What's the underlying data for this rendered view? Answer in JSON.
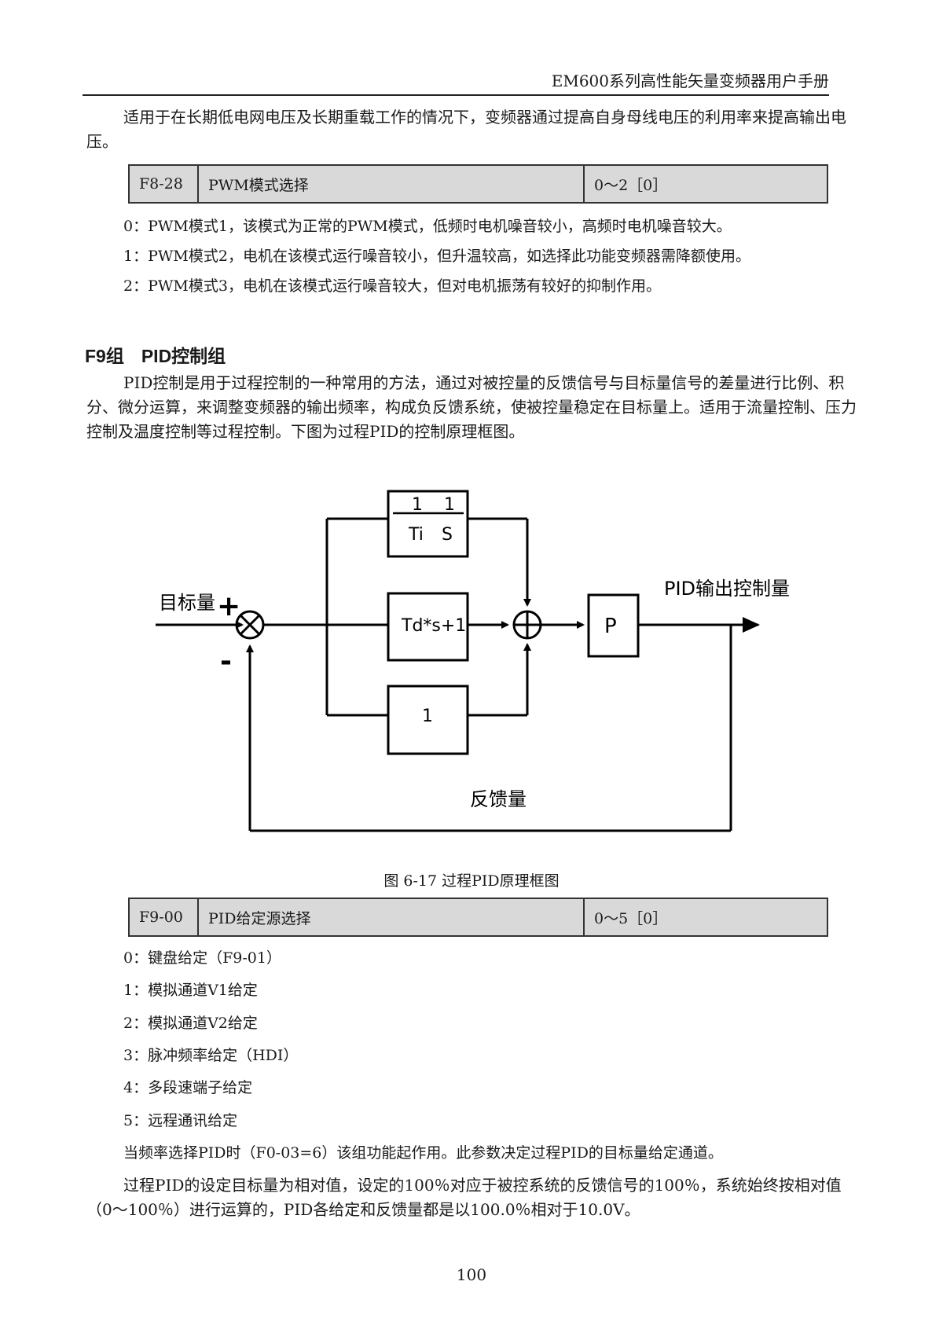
{
  "header": {
    "title": "EM600系列高性能矢量变频器用户手册"
  },
  "intro_paragraph": "适用于在长期低电网电压及长期重载工作的情况下，变频器通过提高自身母线电压的利用率来提高输出电压。",
  "param_f8_28": {
    "code": "F8-28",
    "name": "PWM模式选择",
    "range": "0～2［0］"
  },
  "f8_28_options": [
    "0：PWM模式1，该模式为正常的PWM模式，低频时电机噪音较小，高频时电机噪音较大。",
    "1：PWM模式2，电机在该模式运行噪音较小，但升温较高，如选择此功能变频器需降额使用。",
    "2：PWM模式3，电机在该模式运行噪音较大，但对电机振荡有较好的抑制作用。"
  ],
  "section": {
    "code": "F9组",
    "title": "PID控制组"
  },
  "pid_paragraph": "PID控制是用于过程控制的一种常用的方法，通过对被控量的反馈信号与目标量信号的差量进行比例、积分、微分运算，来调整变频器的输出频率，构成负反馈系统，使被控量稳定在目标量上。适用于流量控制、压力控制及温度控制等过程控制。下图为过程PID的控制原理框图。",
  "diagram": {
    "input_label": "目标量",
    "plus_sign": "+",
    "minus_sign": "-",
    "integral_num_1": "1",
    "integral_num_2": "1",
    "integral_den_1": "Ti",
    "integral_den_2": "S",
    "derivative_block": "Td*s+1",
    "proportional_pass": "1",
    "gain_block": "P",
    "output_label": "PID输出控制量",
    "feedback_label": "反馈量"
  },
  "figure_caption": "图 6-17 过程PID原理框图",
  "param_f9_00": {
    "code": "F9-00",
    "name": "PID给定源选择",
    "range": "0～5［0］"
  },
  "f9_00_options": [
    "0：键盘给定（F9-01）",
    "1：模拟通道V1给定",
    "2：模拟通道V2给定",
    "3：脉冲频率给定（HDI）",
    "4：多段速端子给定",
    "5：远程通讯给定"
  ],
  "note_1": "当频率选择PID时（F0-03=6）该组功能起作用。此参数决定过程PID的目标量给定通道。",
  "note_2": "过程PID的设定目标量为相对值，设定的100％对应于被控系统的反馈信号的100％，系统始终按相对值（0～100％）进行运算的，PID各给定和反馈量都是以100.0％相对于10.0V。",
  "page_number": "100"
}
